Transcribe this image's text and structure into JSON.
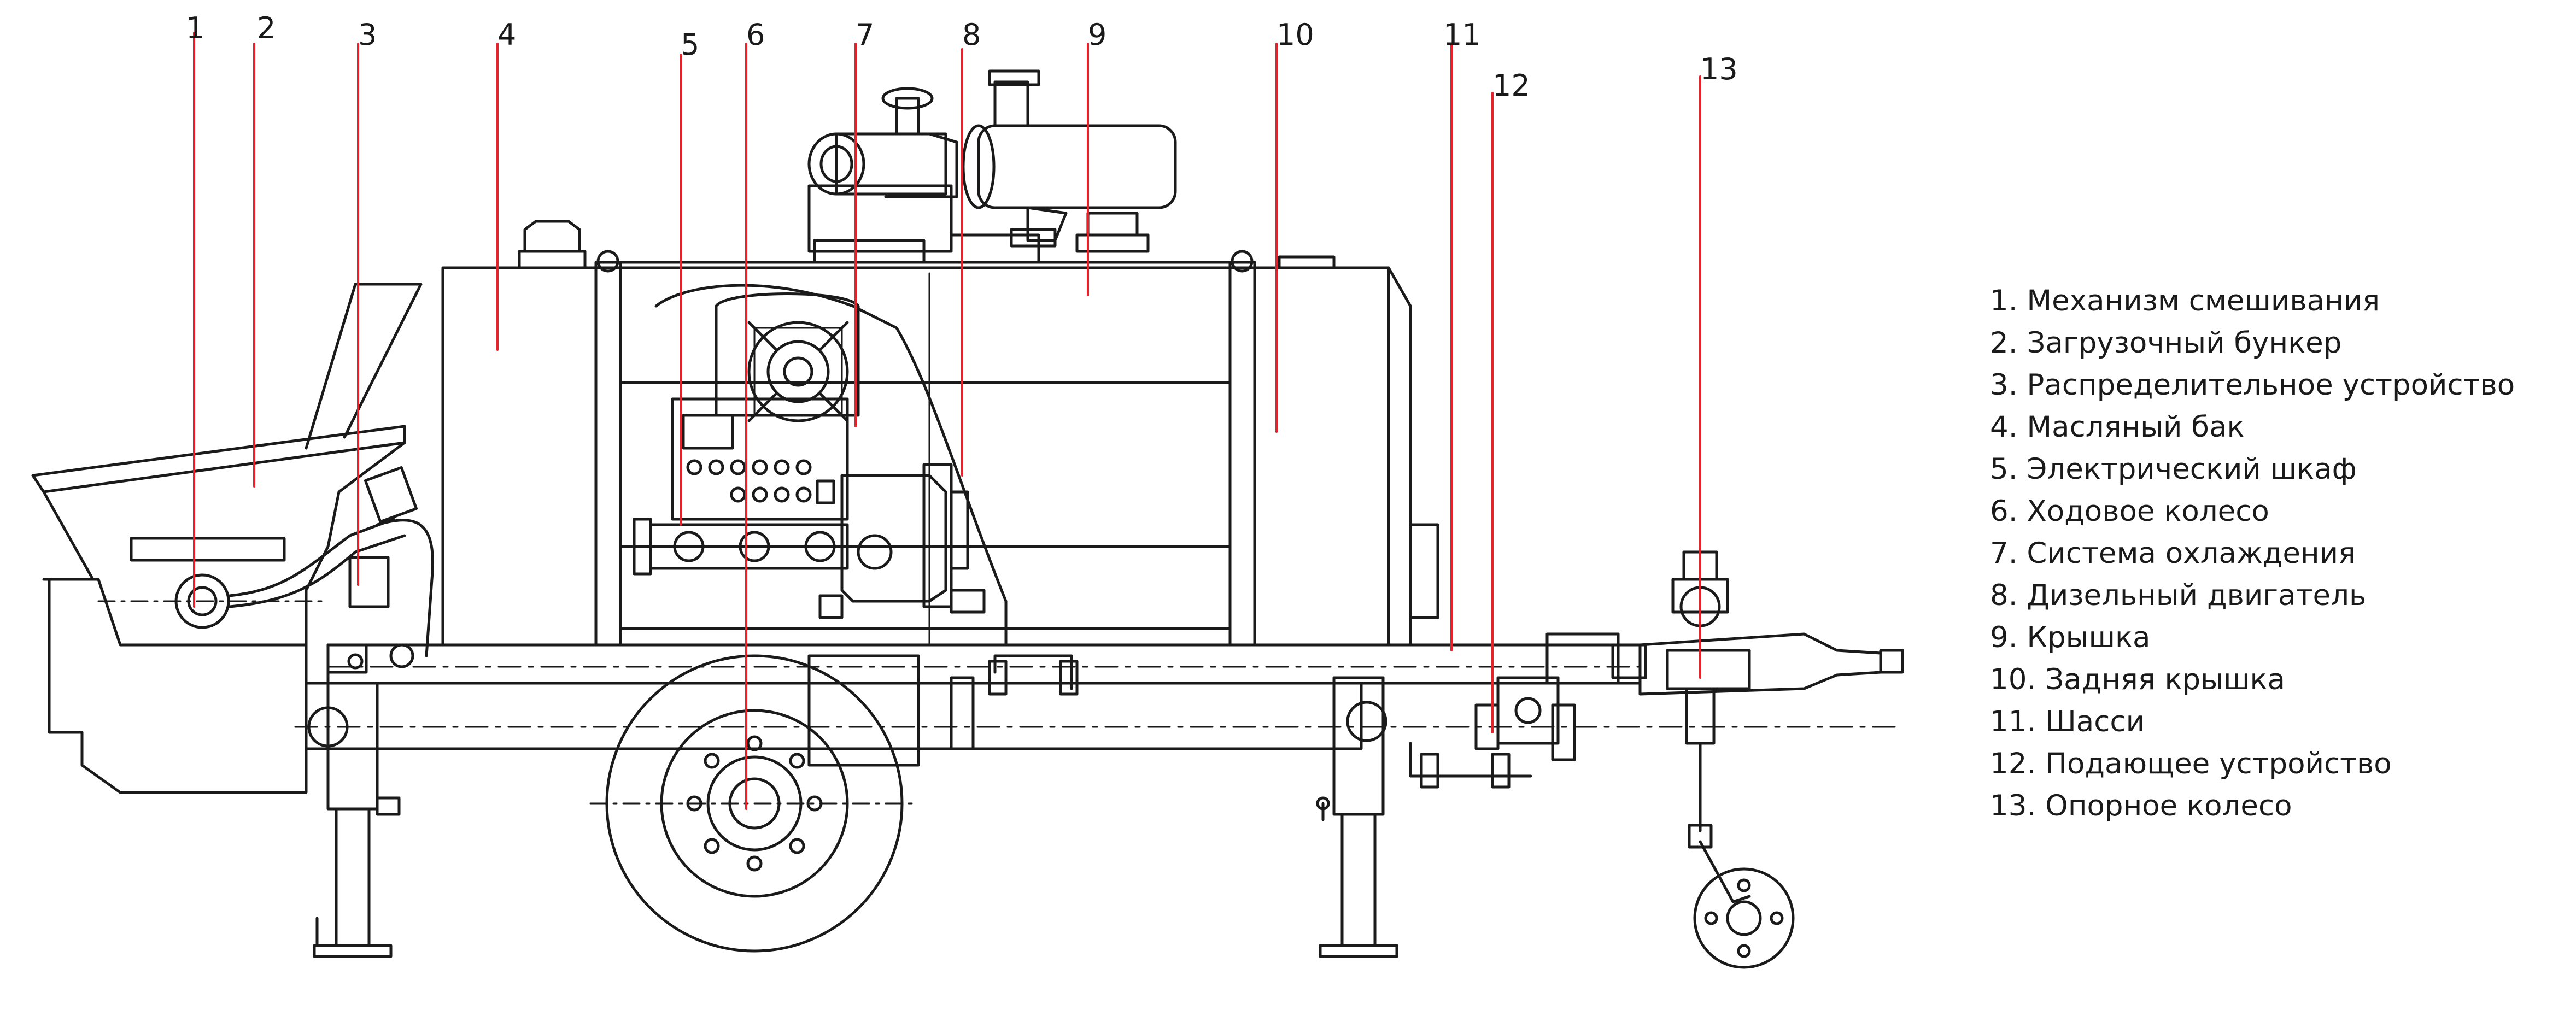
{
  "callouts": [
    {
      "num": "1"
    },
    {
      "num": "2"
    },
    {
      "num": "3"
    },
    {
      "num": "4"
    },
    {
      "num": "5"
    },
    {
      "num": "6"
    },
    {
      "num": "7"
    },
    {
      "num": "8"
    },
    {
      "num": "9"
    },
    {
      "num": "10"
    },
    {
      "num": "11"
    },
    {
      "num": "12"
    },
    {
      "num": "13"
    }
  ],
  "legend": [
    "1. Механизм смешивания",
    "2. Загрузочный бункер",
    "3. Распределительное устройство",
    "4. Масляный бак",
    "5. Электрический шкаф",
    "6. Ходовое колесо",
    "7. Система охлаждения",
    "8. Дизельный двигатель",
    "9. Крышка",
    "10. Задняя крышка",
    "11. Шасси",
    "12. Подающее устройство",
    "13. Опорное колесо"
  ],
  "colors": {
    "line": "#1a1a1a",
    "leader": "#e8212a",
    "text": "#1a1a1a",
    "background": "#ffffff"
  }
}
